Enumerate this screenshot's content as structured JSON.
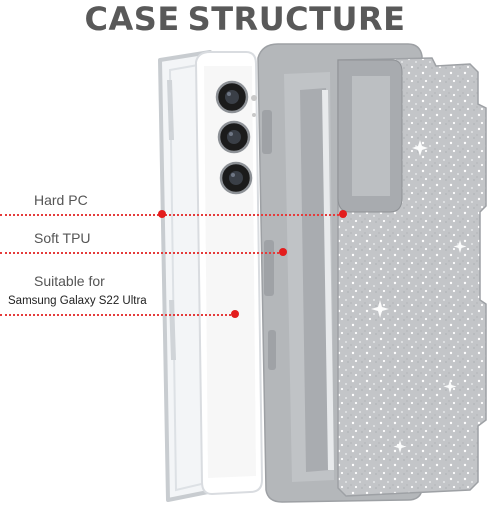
{
  "title": {
    "word1": "CASE",
    "word2": "STRUCTURE"
  },
  "callouts": [
    {
      "id": "hard-pc",
      "label": "Hard PC"
    },
    {
      "id": "soft-tpu",
      "label": "Soft TPU"
    },
    {
      "id": "suitable",
      "label": "Suitable for",
      "sublabel": "Samsung Galaxy S22 Ultra"
    }
  ],
  "colors": {
    "title": "#595959",
    "callout_red": "#e31d1d",
    "frame_grey": "#b0b3b6",
    "glitter": "#c9cbcd"
  }
}
